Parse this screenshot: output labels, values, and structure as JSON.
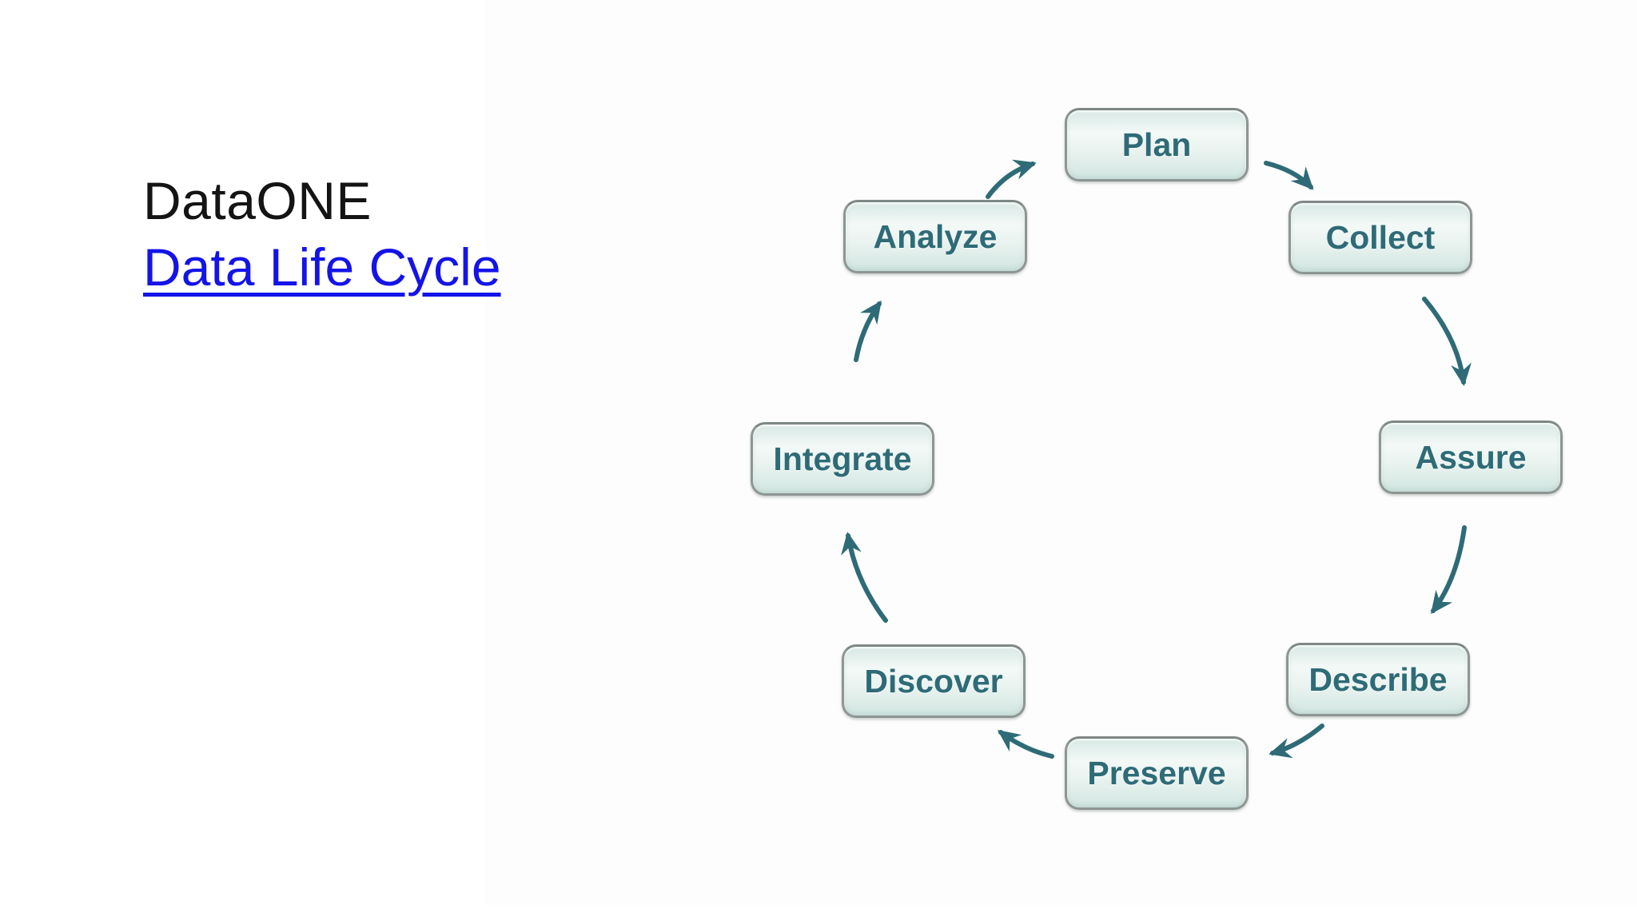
{
  "header": {
    "title": "DataONE",
    "link_label": "Data Life Cycle"
  },
  "colors": {
    "accent_teal": "#2e6b77",
    "link_blue": "#1414e8",
    "title_black": "#141414",
    "box_border_gray": "#8d9692",
    "box_fill_light": "#f3f9f7",
    "box_fill_mint": "#d2e6e1"
  },
  "diagram": {
    "nodes": [
      {
        "id": "plan",
        "label": "Plan"
      },
      {
        "id": "collect",
        "label": "Collect"
      },
      {
        "id": "assure",
        "label": "Assure"
      },
      {
        "id": "describe",
        "label": "Describe"
      },
      {
        "id": "preserve",
        "label": "Preserve"
      },
      {
        "id": "discover",
        "label": "Discover"
      },
      {
        "id": "integrate",
        "label": "Integrate"
      },
      {
        "id": "analyze",
        "label": "Analyze"
      }
    ],
    "edges": [
      {
        "from": "Plan",
        "to": "Collect"
      },
      {
        "from": "Collect",
        "to": "Assure"
      },
      {
        "from": "Assure",
        "to": "Describe"
      },
      {
        "from": "Describe",
        "to": "Preserve"
      },
      {
        "from": "Preserve",
        "to": "Discover"
      },
      {
        "from": "Discover",
        "to": "Integrate"
      },
      {
        "from": "Integrate",
        "to": "Analyze"
      },
      {
        "from": "Analyze",
        "to": "Plan"
      }
    ]
  }
}
